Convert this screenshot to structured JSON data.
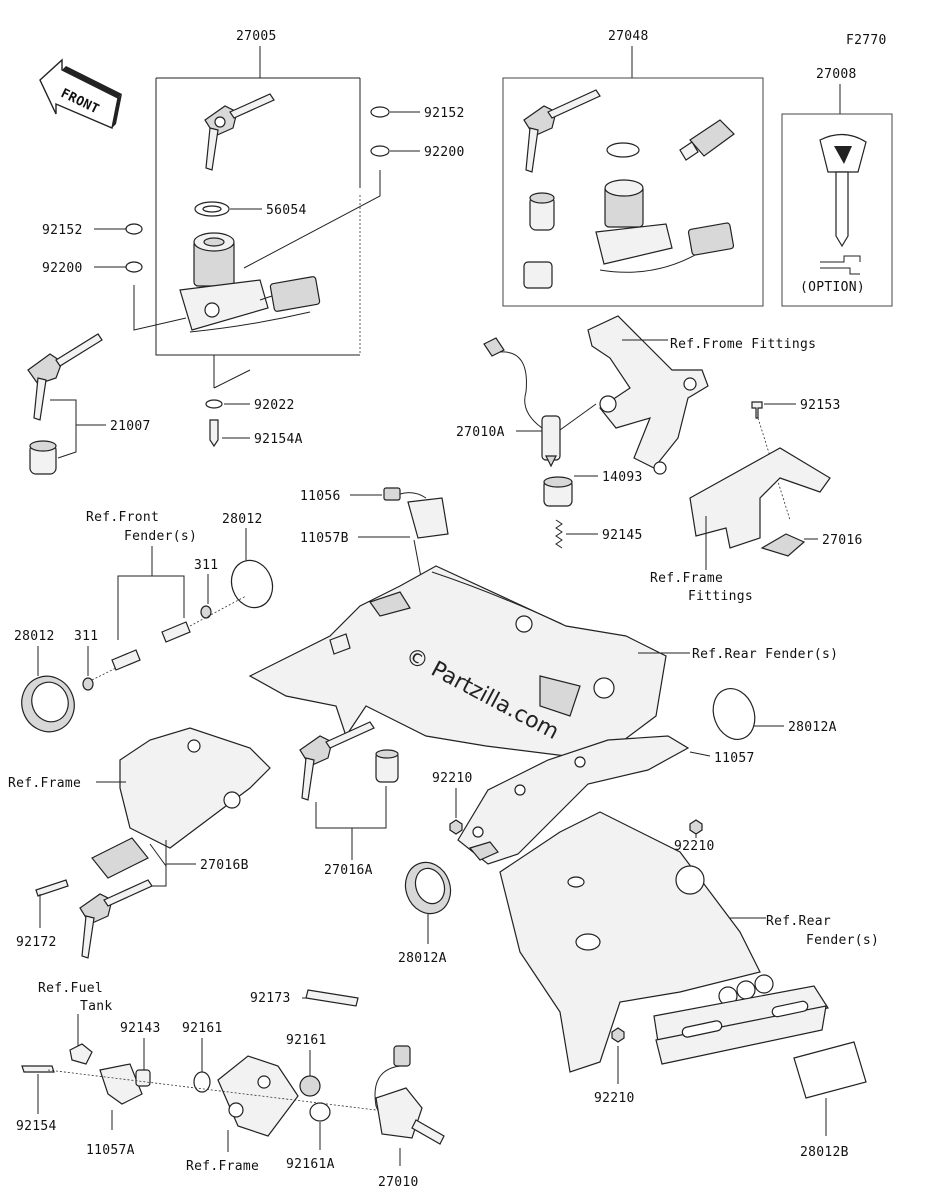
{
  "figure_code": "F2770",
  "watermark": "© Partzilla.com",
  "front_arrow": "FRONT",
  "labels": {
    "p27005": "27005",
    "p27048": "27048",
    "p27008": "27008",
    "option": "(OPTION)",
    "p92152_a": "92152",
    "p92200_a": "92200",
    "p92152_b": "92152",
    "p92200_b": "92200",
    "p56054": "56054",
    "p92022": "92022",
    "p92154A": "92154A",
    "p21007": "21007",
    "ref_frome_fittings": "Ref.Frome Fittings",
    "p92153": "92153",
    "p27010A": "27010A",
    "p14093": "14093",
    "p92145": "92145",
    "p27016": "27016",
    "ref_frame_fittings_1": "Ref.Frame",
    "ref_frame_fittings_2": "Fittings",
    "p11056": "11056",
    "p11057B": "11057B",
    "ref_front_fender_1": "Ref.Front",
    "ref_front_fender_2": "Fender(s)",
    "p28012_a": "28012",
    "p311_a": "311",
    "p28012_b": "28012",
    "p311_b": "311",
    "ref_rear_fender_a": "Ref.Rear Fender(s)",
    "p28012A_a": "28012A",
    "p11057": "11057",
    "ref_frame": "Ref.Frame",
    "p92210_a": "92210",
    "p92210_b": "92210",
    "p27016B": "27016B",
    "p27016A": "27016A",
    "p92172": "92172",
    "p28012A_b": "28012A",
    "ref_rear_fender_b_1": "Ref.Rear",
    "ref_rear_fender_b_2": "Fender(s)",
    "ref_fuel_tank_1": "Ref.Fuel",
    "ref_fuel_tank_2": "Tank",
    "p92143": "92143",
    "p92161_a": "92161",
    "p92173": "92173",
    "p92161_b": "92161",
    "p92210_c": "92210",
    "p92154": "92154",
    "p11057A": "11057A",
    "ref_frame_b": "Ref.Frame",
    "p92161A": "92161A",
    "p27010": "27010",
    "p28012B": "28012B"
  }
}
